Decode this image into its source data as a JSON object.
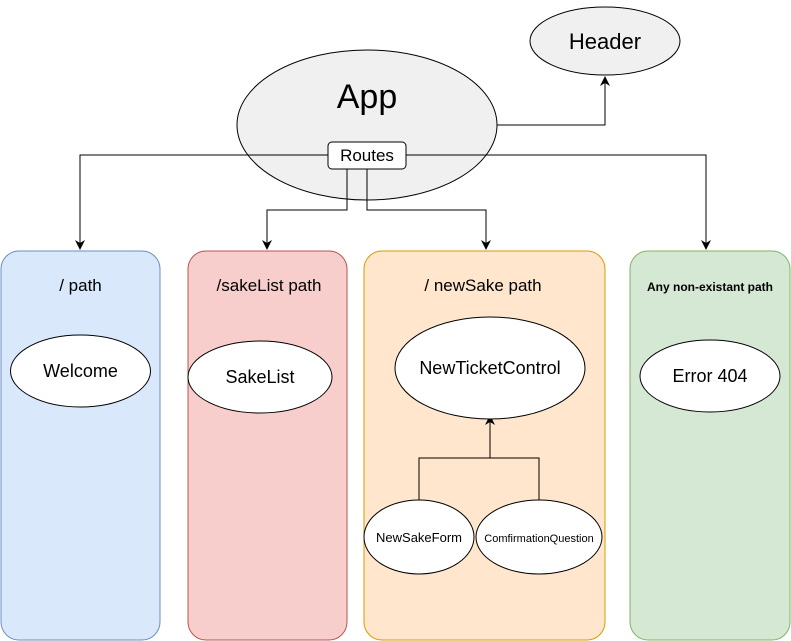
{
  "nodes": {
    "app": "App",
    "header": "Header",
    "routes": "Routes",
    "welcome": "Welcome",
    "sakelist": "SakeList",
    "newticketcontrol": "NewTicketControl",
    "newsakeform": "NewSakeForm",
    "confirmation": "ComfirmationQuestion",
    "error404": "Error 404"
  },
  "panels": {
    "root": {
      "title": "/ path",
      "fill": "#dae8fc",
      "stroke": "#6c8ebf",
      "title_color": "#1a6bbf"
    },
    "sakelist": {
      "title": "/sakeList path",
      "fill": "#f8cecc",
      "stroke": "#b85450",
      "title_color": "#e0161a"
    },
    "newsake": {
      "title": "/ newSake path",
      "fill": "#ffe6cc",
      "stroke": "#d79b00",
      "title_color": "#f0850f"
    },
    "notfound": {
      "title": "Any non-existant path",
      "fill": "#d5e8d4",
      "stroke": "#82b366",
      "title_color": "#1a9a3a"
    }
  }
}
